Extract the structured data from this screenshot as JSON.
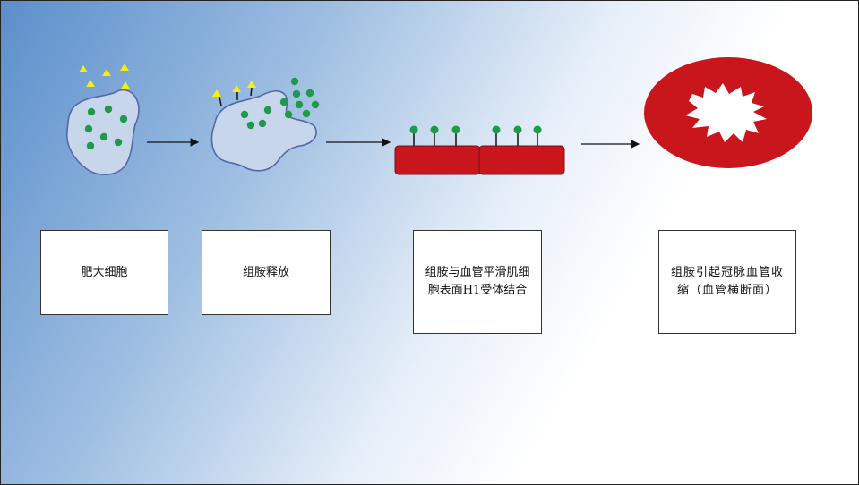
{
  "steps": [
    {
      "label": "肥大细胞"
    },
    {
      "label": "组胺释放"
    },
    {
      "label": "组胺与血管平滑肌细胞表面H1受体结合"
    },
    {
      "label": "组胺引起冠脉血管收缩（血管横断面）"
    }
  ],
  "colors": {
    "cell_fill": "#c8d6ec",
    "cell_outline": "#5468a8",
    "granule": "#1e9a4a",
    "triangle": "#f5ee10",
    "vessel_red": "#c8161c",
    "arrow": "#111111"
  }
}
